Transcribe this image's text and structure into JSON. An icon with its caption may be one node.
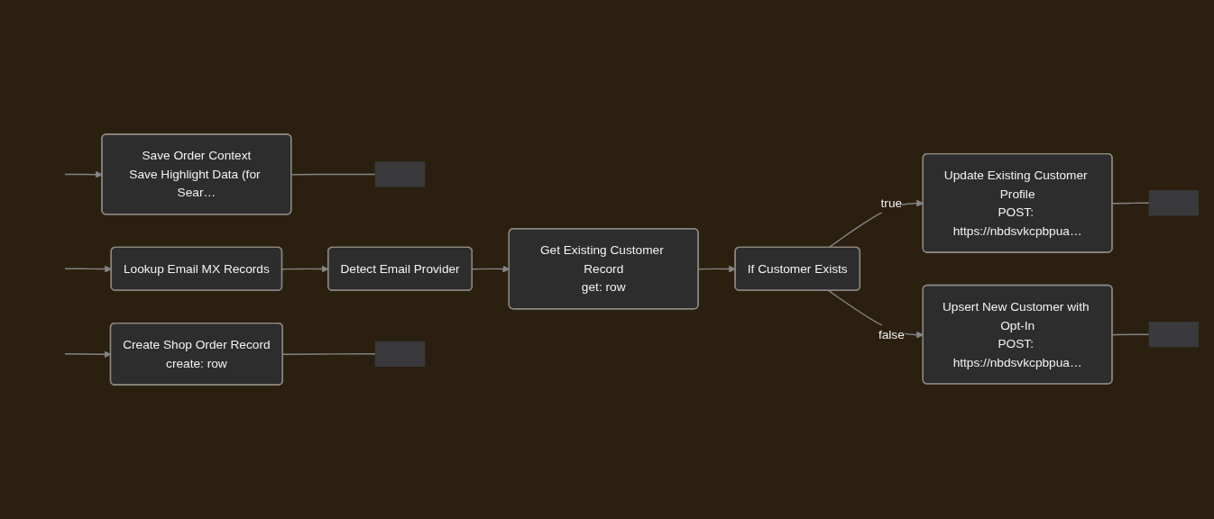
{
  "diagram": {
    "nodes": [
      {
        "text": [
          "Save Order Context",
          "Save Highlight Data (for Sear…"
        ]
      },
      {
        "text": [],
        "shape": "box"
      },
      {
        "text": [
          "Lookup Email MX Records"
        ]
      },
      {
        "text": [
          "Detect Email Provider"
        ]
      },
      {
        "text": [
          "Get Existing Customer Record",
          "get: row"
        ]
      },
      {
        "text": [
          "If Customer Exists"
        ]
      },
      {
        "text": [
          "Update Existing Customer Profile",
          "POST: https://nbdsvkcpbpua…"
        ]
      },
      {
        "text": [],
        "shape": "box"
      },
      {
        "text": [
          "Upsert New Customer with Opt-In",
          "POST: https://nbdsvkcpbpua…"
        ]
      },
      {
        "text": [],
        "shape": "box"
      },
      {
        "text": [
          "Create Shop Order Record",
          "create: row"
        ]
      },
      {
        "text": [],
        "shape": "box"
      }
    ],
    "edges": [
      {
        "from": null,
        "to": 0,
        "arrow": "to"
      },
      {
        "from": null,
        "to": 2,
        "arrow": "to"
      },
      {
        "from": null,
        "to": 10,
        "arrow": "to"
      },
      {
        "from": 0,
        "to": 1,
        "arrow": "none"
      },
      {
        "from": 2,
        "to": 3,
        "arrow": "to"
      },
      {
        "from": 3,
        "to": 4,
        "arrow": "to"
      },
      {
        "from": 4,
        "to": 5,
        "arrow": "to"
      },
      {
        "from": 5,
        "to": 6,
        "arrow": "to",
        "label": "true"
      },
      {
        "from": 5,
        "to": 8,
        "arrow": "to",
        "label": "false"
      },
      {
        "from": 6,
        "to": 7,
        "arrow": "none"
      },
      {
        "from": 8,
        "to": 9,
        "arrow": "none"
      },
      {
        "from": 10,
        "to": 11,
        "arrow": "none"
      }
    ]
  }
}
